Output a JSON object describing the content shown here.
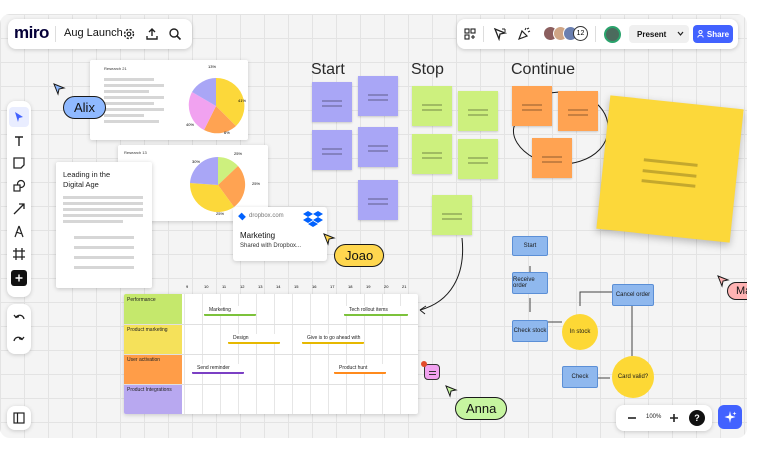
{
  "app": {
    "logo": "miro",
    "board_name": "Aug Launch"
  },
  "toolbar_right": {
    "collab_count": "12",
    "present_label": "Present",
    "share_label": "Share"
  },
  "retro": {
    "start": "Start",
    "stop": "Stop",
    "continue": "Continue"
  },
  "cursors": {
    "alix": "Alix",
    "joao": "Joao",
    "anna": "Anna",
    "maria": "Maria"
  },
  "doc_card": {
    "title_line1": "Leading in the",
    "title_line2": "Digital Age"
  },
  "research": {
    "card1": {
      "title": "Research 21",
      "labels": [
        "13%",
        "41%",
        "40%",
        "6%"
      ]
    },
    "card2": {
      "title": "Research 13",
      "labels": [
        "30%",
        "25%",
        "25%",
        "25%"
      ]
    }
  },
  "dropbox": {
    "domain": "dropbox.com",
    "title": "Marketing",
    "subtitle": "Shared with Dropbox..."
  },
  "gantt": {
    "numbers": [
      "9",
      "10",
      "11",
      "12",
      "13",
      "14",
      "15",
      "16",
      "17",
      "18",
      "19",
      "20",
      "21"
    ],
    "rows": [
      "Performance",
      "Product marketing",
      "User activation",
      "Product Integrations"
    ],
    "bars": [
      "Marketing",
      "Tech rollout items",
      "Design",
      "Give",
      "Send reminder",
      "Product hunt"
    ],
    "give_rest": "is to go ahead with",
    "row_colors": [
      "#c5e86c",
      "#f5e15a",
      "#ff9d48",
      "#b8a8f0"
    ]
  },
  "flow": {
    "start": "Start",
    "receive": "Receive order",
    "check_stock": "Check stock",
    "in_stock": "In stock",
    "cancel": "Cancel order",
    "check": "Check",
    "card_valid": "Card valid?"
  },
  "zoom": {
    "level": "100%",
    "help": "?"
  },
  "colors": {
    "brand_blue": "#4262ff",
    "sticky_purple": "#a9a6f6",
    "sticky_green": "#cdf07e",
    "sticky_orange": "#ffa352",
    "sticky_yellow": "#fcd83a",
    "cursor_blue": "#8fb9ff",
    "cursor_yellow": "#ffd74f",
    "cursor_green": "#c6f5a0",
    "cursor_pink": "#ffb3b3"
  }
}
